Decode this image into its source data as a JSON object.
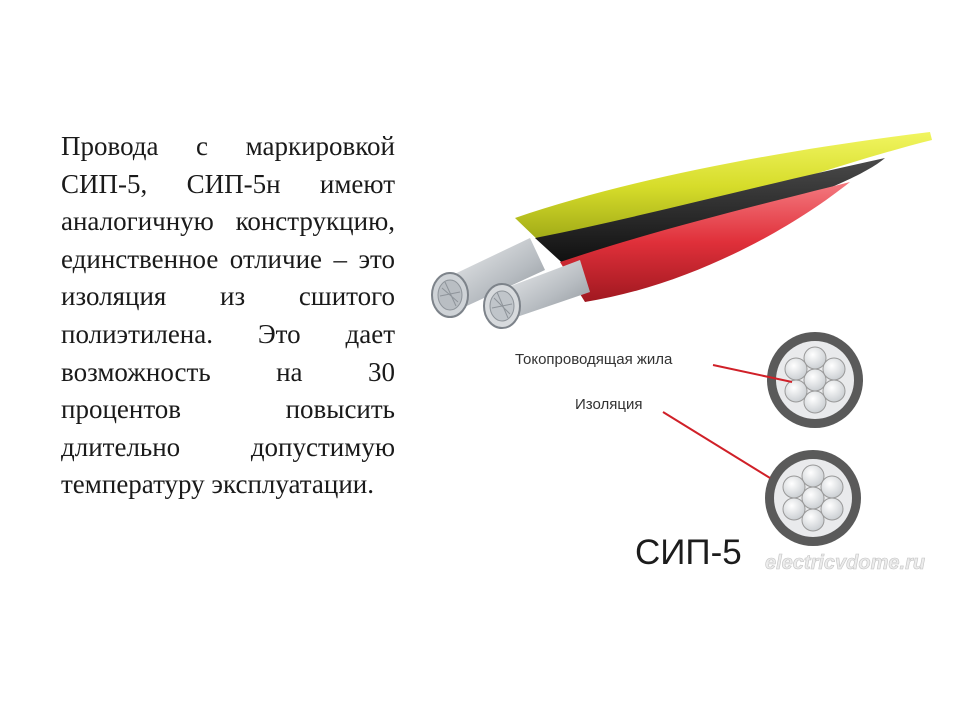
{
  "slide": {
    "body_text": "Провода с маркировкой СИП-5, СИП-5н имеют аналогичную конструкцию, единственное отличие – это изоляция из сшитого полиэтилена. Это дает возможность на 30 процентов повысить длительно допустимую температуру эксплуатации."
  },
  "figure": {
    "label_core": "Токопроводящая жила",
    "label_insulation": "Изоляция",
    "label_type": "СИП-5",
    "watermark": "electricvdome.ru",
    "colors": {
      "yellow_wire": "#d9e030",
      "black_wire": "#1e1e1e",
      "red_wire": "#e0303a",
      "conductor": "#c8ccd0",
      "insulation_ring": "#555555",
      "pointer": "#d02028"
    }
  }
}
